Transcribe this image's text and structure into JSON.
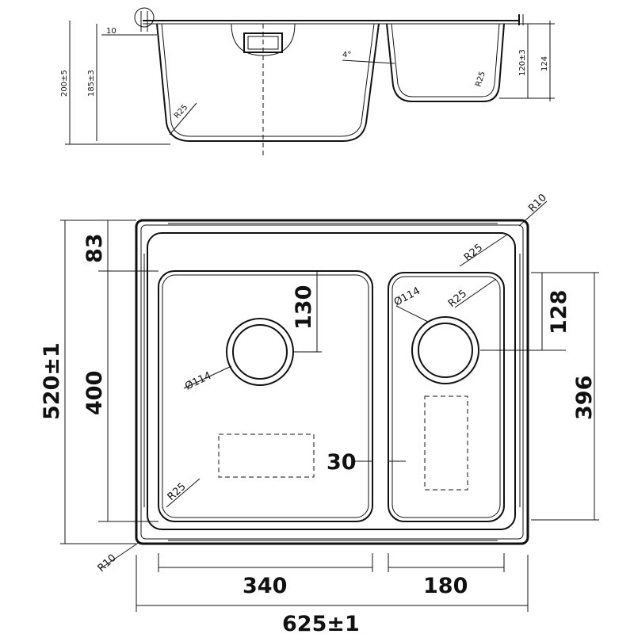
{
  "side_view": {
    "labels": {
      "overall_height": "200±5",
      "bowl_height": "185±3",
      "small_bowl_height": "120±3",
      "small_bowl_total": "124",
      "flange_width": "10",
      "draft_angle": "4°",
      "corner_radius_left": "R25",
      "corner_radius_right": "R25"
    }
  },
  "top_view": {
    "labels": {
      "outer_corner_top": "R10",
      "outer_corner_bottom": "R10",
      "inner_corner_top": "R25",
      "bowl1_corner": "R25",
      "bowl2_corner": "R25",
      "bowl1_drain": "Ø114",
      "bowl2_drain": "Ø114",
      "front_margin": "83",
      "bowl1_depth": "400",
      "total_depth": "520±1",
      "drain1_offset": "130",
      "drain2_offset": "128",
      "bowl2_depth": "396",
      "divider": "30",
      "bowl1_width": "340",
      "bowl2_width": "180",
      "total_width": "625±1"
    }
  }
}
